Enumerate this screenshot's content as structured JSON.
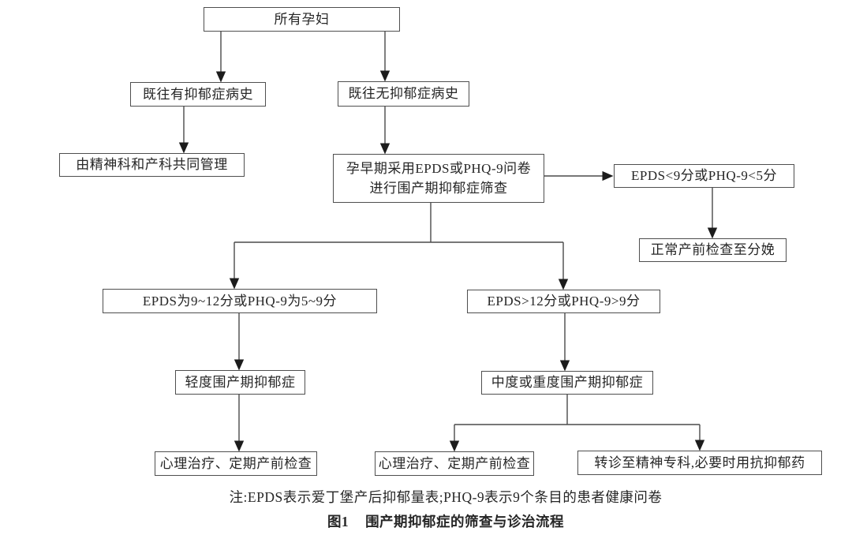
{
  "nodes": {
    "all_pregnant": {
      "label": "所有孕妇"
    },
    "history_depression": {
      "label": "既往有抑郁症病史"
    },
    "no_history_depression": {
      "label": "既往无抑郁症病史"
    },
    "joint_management": {
      "label": "由精神科和产科共同管理"
    },
    "screening": {
      "line1": "孕早期采用EPDS或PHQ-9问卷",
      "line2": "进行围产期抑郁症筛查"
    },
    "low_score": {
      "label": "EPDS<9分或PHQ-9<5分"
    },
    "normal_care": {
      "label": "正常产前检查至分娩"
    },
    "mild_score": {
      "label": "EPDS为9~12分或PHQ-9为5~9分"
    },
    "high_score": {
      "label": "EPDS>12分或PHQ-9>9分"
    },
    "mild_depression": {
      "label": "轻度围产期抑郁症"
    },
    "moderate_severe_depression": {
      "label": "中度或重度围产期抑郁症"
    },
    "therapy_mild": {
      "label": "心理治疗、定期产前检查"
    },
    "therapy_moderate": {
      "label": "心理治疗、定期产前检查"
    },
    "referral": {
      "label": "转诊至精神专科,必要时用抗抑郁药"
    }
  },
  "footer": {
    "note": "注:EPDS表示爱丁堡产后抑郁量表;PHQ-9表示9个条目的患者健康问卷",
    "caption_label": "图1",
    "caption_title": "围产期抑郁症的筛查与诊治流程"
  },
  "colors": {
    "line": "#4a4a4a",
    "arrowhead": "#1c1c1c",
    "box_border": "#4f4f4f",
    "text": "#262626",
    "background": "#ffffff"
  }
}
